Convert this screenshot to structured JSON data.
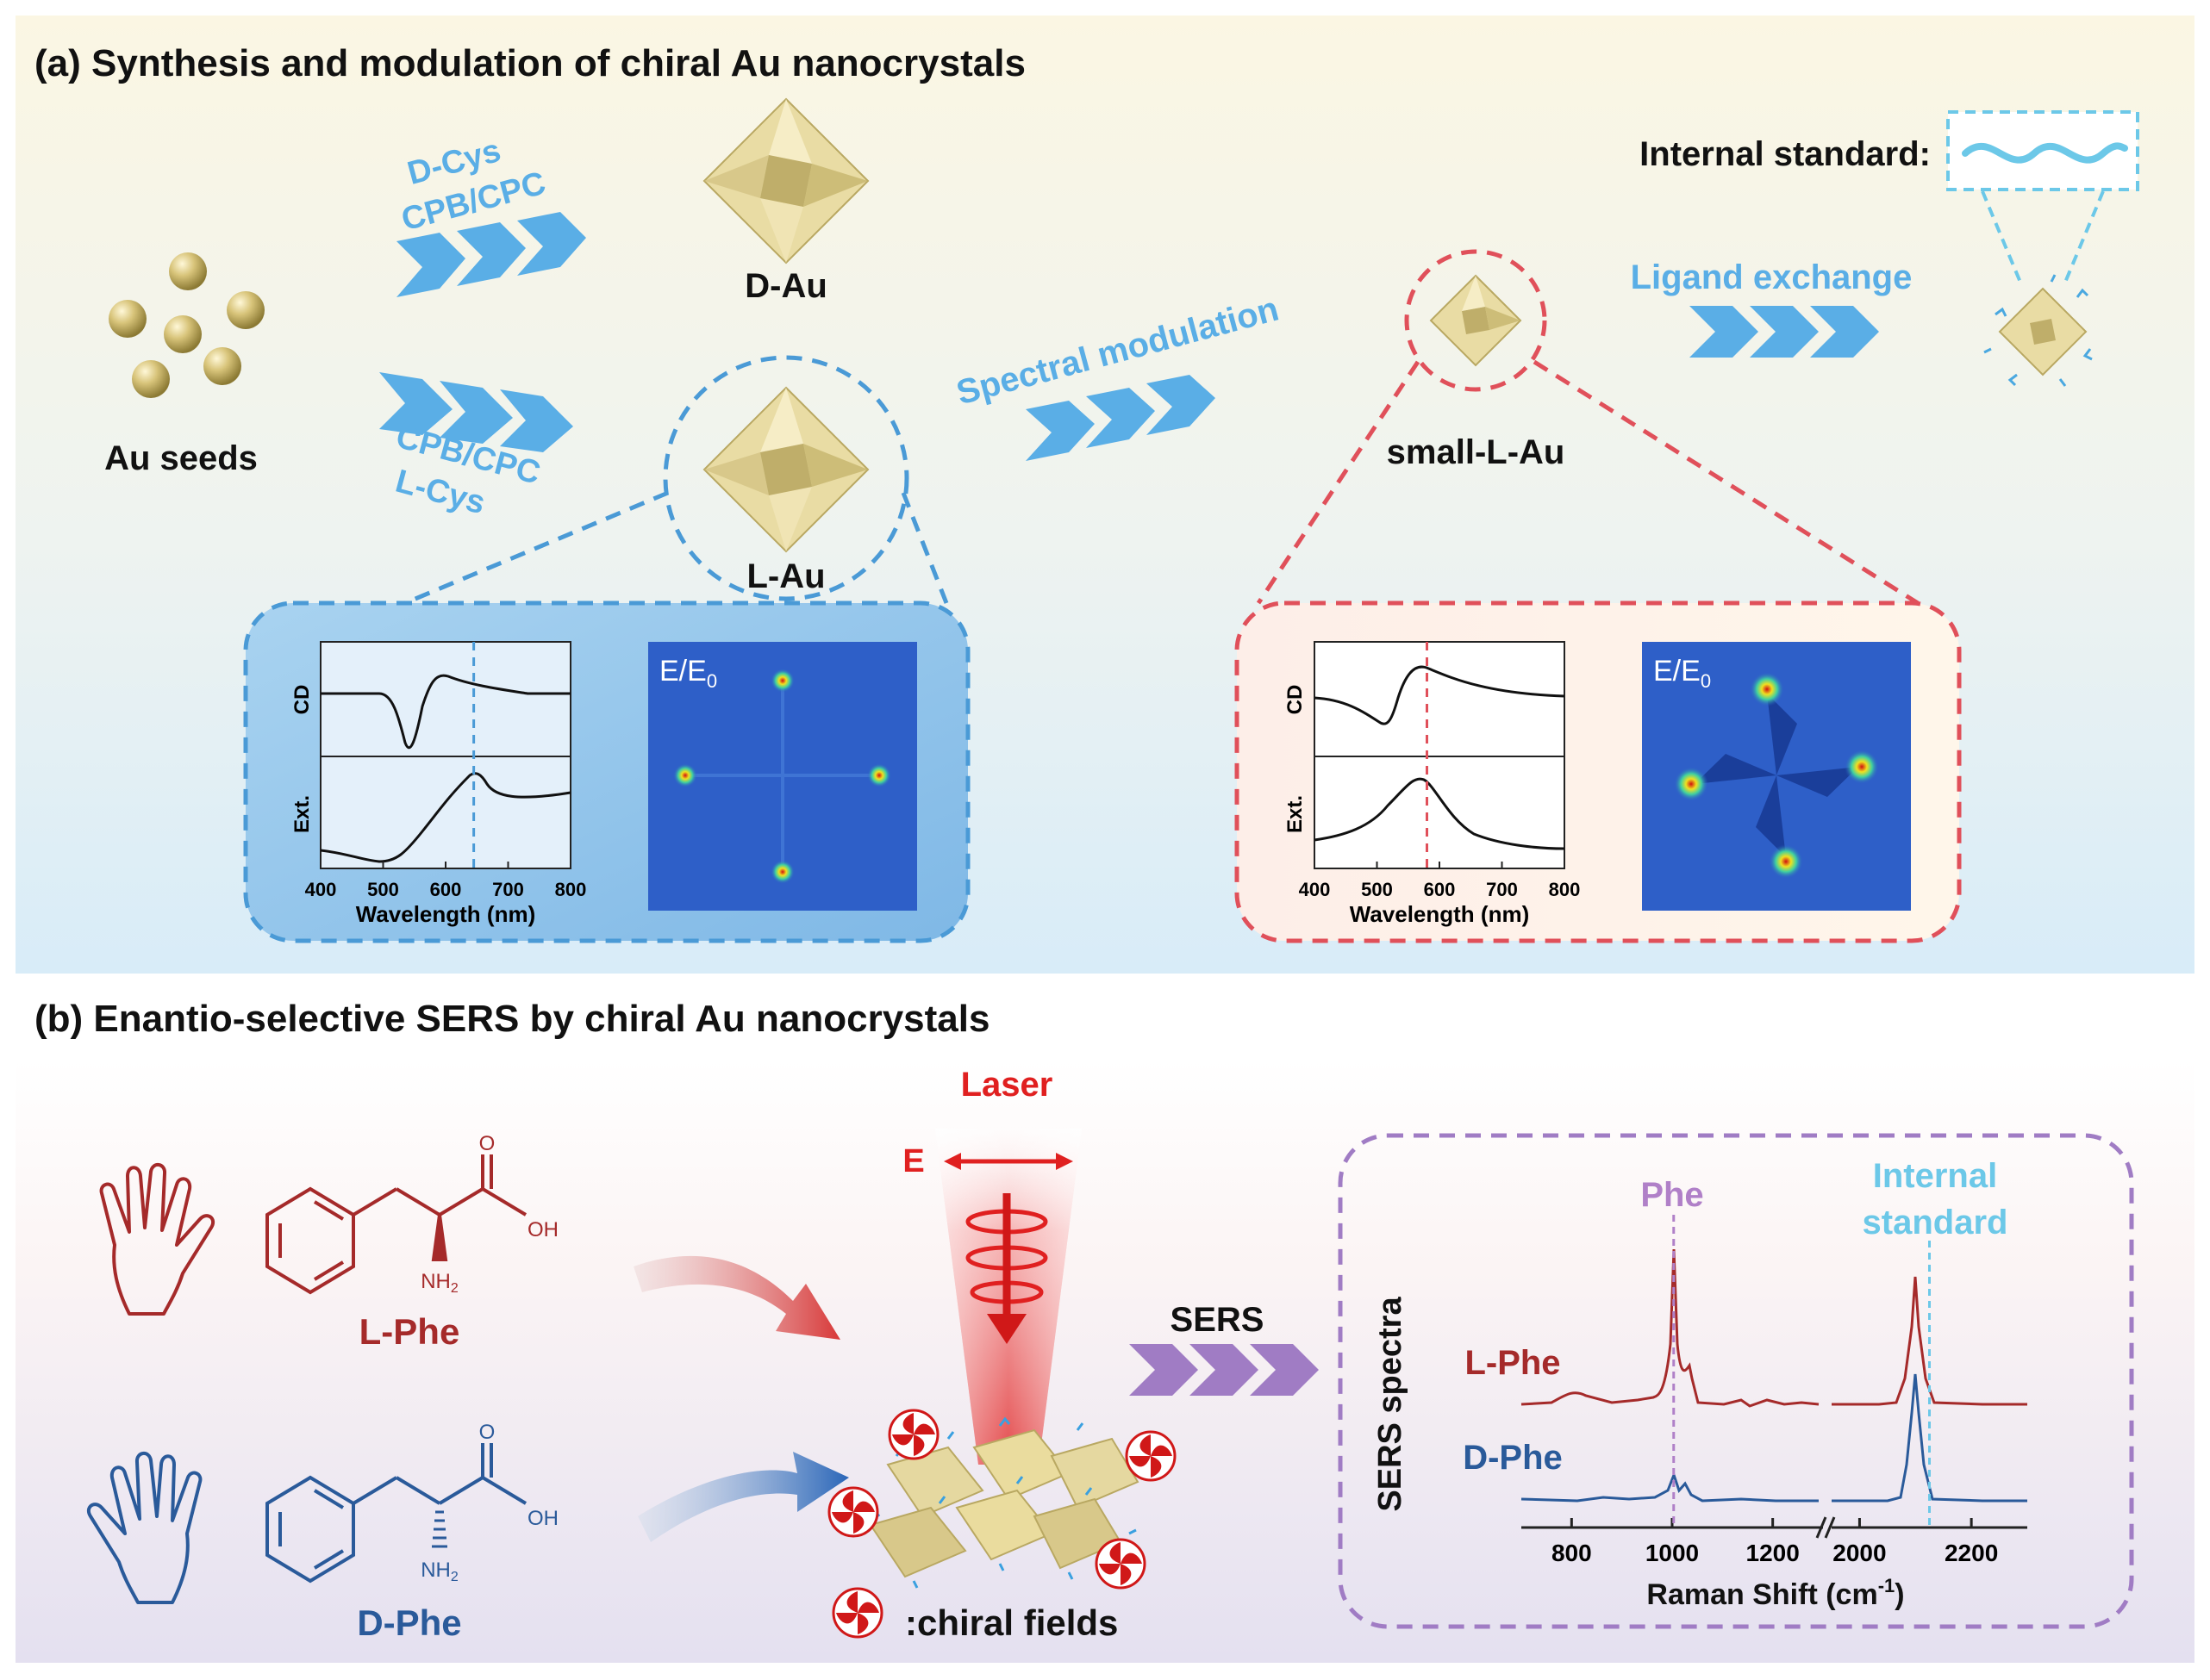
{
  "panel_a": {
    "title": "(a) Synthesis and modulation of chiral Au nanocrystals",
    "seeds_label": "Au seeds",
    "upper_arrow": {
      "line1": "D-Cys",
      "line2": "CPB/CPC"
    },
    "lower_arrow": {
      "line1": "CPB/CPC",
      "line2": "L-Cys"
    },
    "d_au_label": "D-Au",
    "l_au_label": "L-Au",
    "spectral_modulation": "Spectral modulation",
    "small_l_au_label": "small-L-Au",
    "ligand_exchange": "Ligand exchange",
    "internal_standard_label": "Internal standard:",
    "field_map_label": "E/E",
    "field_map_sub": "0",
    "left_inset": {
      "cd_label": "CD",
      "ext_label": "Ext.",
      "xlabel": "Wavelength (nm)",
      "ticks": [
        "400",
        "500",
        "600",
        "700",
        "800"
      ],
      "xlim": [
        400,
        800
      ],
      "peak_nm": 645
    },
    "right_inset": {
      "cd_label": "CD",
      "ext_label": "Ext.",
      "xlabel": "Wavelength (nm)",
      "ticks": [
        "400",
        "500",
        "600",
        "700",
        "800"
      ],
      "xlim": [
        400,
        800
      ],
      "peak_nm": 580
    }
  },
  "panel_b": {
    "title": "(b) Enantio-selective SERS by chiral Au nanocrystals",
    "l_phe_label": "L-Phe",
    "d_phe_label": "D-Phe",
    "oh_label": "OH",
    "nh2_label": "NH",
    "nh2_sub": "2",
    "o_label": "O",
    "laser_label": "Laser",
    "e_label": "E",
    "chiral_fields_label": ":chiral fields",
    "sers_label": "SERS",
    "spectra": {
      "ylabel": "SERS spectra",
      "phe_label": "Phe",
      "internal_standard_line1": "Internal",
      "internal_standard_line2": "standard",
      "l_phe": "L-Phe",
      "d_phe": "D-Phe",
      "xlabel": "Raman Shift (cm",
      "xlabel_sup": "-1",
      "xlabel_end": ")",
      "ticks_left": [
        "800",
        "1000",
        "1200"
      ],
      "ticks_right": [
        "2000",
        "2200"
      ],
      "phe_peak": 1003,
      "standard_peak": 2125
    }
  },
  "colors": {
    "blue_arrow": "#5aaee6",
    "red_dash": "#e0505a",
    "blue_dash": "#4a9ad6",
    "purple_dash": "#a07cc4",
    "l_phe": "#a52a2a",
    "d_phe": "#2a5a9a",
    "laser": "#e02020",
    "phe_purple": "#b080c8",
    "standard_cyan": "#6cc8e8"
  }
}
